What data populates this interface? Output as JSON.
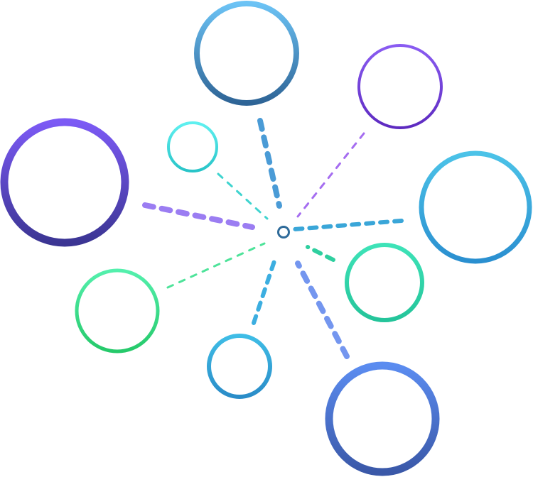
{
  "diagram": {
    "type": "radial-network",
    "hub": {
      "color": "#2f6b9a"
    },
    "nodes": [
      {
        "id": "top",
        "colors": [
          "#6cc3f5",
          "#2e6496"
        ],
        "connector": {
          "color": "#4a9bd6",
          "style": "dashed-thick"
        }
      },
      {
        "id": "top-right",
        "colors": [
          "#8a5cf2",
          "#5d2ac0"
        ],
        "connector": {
          "color": "#a56df0",
          "style": "dashed-thin"
        }
      },
      {
        "id": "right",
        "colors": [
          "#4cc3e8",
          "#2a8fd0"
        ],
        "connector": {
          "color": "#3aa6d8",
          "style": "dashed-medium"
        }
      },
      {
        "id": "right-lower",
        "colors": [
          "#3ee3b8",
          "#24c49a"
        ],
        "connector": {
          "color": "#2fcf9f",
          "style": "dashed-medium"
        }
      },
      {
        "id": "bottom-right",
        "colors": [
          "#5b8cf0",
          "#3a58a8"
        ],
        "connector": {
          "color": "#7496ef",
          "style": "dashed-thick"
        }
      },
      {
        "id": "bottom",
        "colors": [
          "#3fbde6",
          "#2a8cc8"
        ],
        "connector": {
          "color": "#3caee0",
          "style": "dashed-medium"
        }
      },
      {
        "id": "left-lower",
        "colors": [
          "#54f0ad",
          "#25c96a"
        ],
        "connector": {
          "color": "#4ee39a",
          "style": "dashed-thin"
        }
      },
      {
        "id": "left",
        "colors": [
          "#7c5af5",
          "#3b3593"
        ],
        "connector": {
          "color": "#9b7df2",
          "style": "dashed-thick"
        }
      },
      {
        "id": "top-left-small",
        "colors": [
          "#5ff0f0",
          "#28c4c8"
        ],
        "connector": {
          "color": "#3fd4cf",
          "style": "dashed-thin"
        }
      }
    ]
  }
}
